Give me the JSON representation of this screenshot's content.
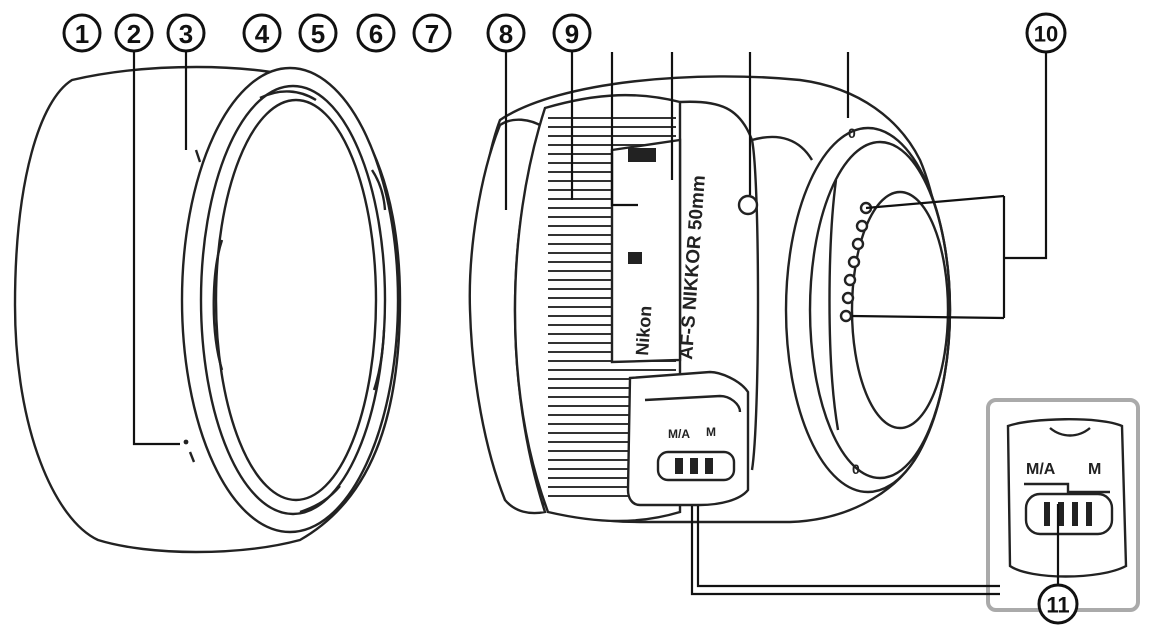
{
  "callouts": [
    {
      "id": "1",
      "label": "①"
    },
    {
      "id": "2",
      "label": "②"
    },
    {
      "id": "3",
      "label": "③"
    },
    {
      "id": "4",
      "label": "④"
    },
    {
      "id": "5",
      "label": "⑤"
    },
    {
      "id": "6",
      "label": "⑥"
    },
    {
      "id": "7",
      "label": "⑦"
    },
    {
      "id": "8",
      "label": "⑧"
    },
    {
      "id": "9",
      "label": "⑨"
    },
    {
      "id": "10",
      "label": "⑩"
    },
    {
      "id": "11",
      "label": "⑪"
    }
  ],
  "lens_markings": {
    "brand": "Nikon",
    "model": "AF-S NIKKOR 50mm",
    "switch_ma": "M/A",
    "switch_m": "M",
    "mount_index": "0"
  },
  "inset": {
    "switch_ma": "M/A",
    "switch_m": "M"
  }
}
